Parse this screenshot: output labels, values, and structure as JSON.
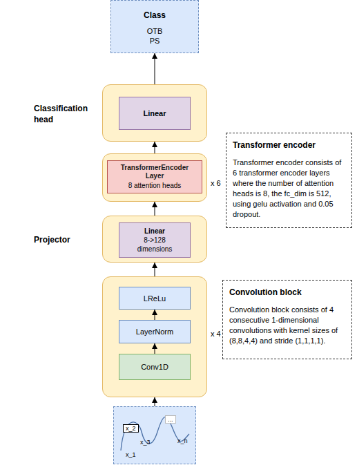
{
  "diagram": {
    "nodes": [
      {
        "text": [
          "Class",
          "OTB",
          "PS"
        ]
      },
      {
        "text": [
          "Classification head"
        ]
      },
      {
        "text": [
          "Linear"
        ],
        "in": 1
      },
      {
        "text": [
          "Transformer encoder",
          "Transformer encoder consists of 6 transformer encoder layers where the number of attention heads is 8, the fc_dim is 512, using gelu activation and 0.05 dropout."
        ]
      },
      {
        "text": [
          "x 6"
        ]
      },
      {
        "text": [
          "TransformerEncoder Layer",
          "8 attention heads"
        ],
        "in": 4
      },
      {
        "text": [
          "Projector"
        ]
      },
      {
        "text": [
          "Linear",
          "8->128 dimensions"
        ],
        "in": 6
      },
      {
        "text": [
          "x 4"
        ]
      },
      {
        "text": [
          "Convolution block",
          "Convolution block consists of 4 consecutive 1-dimensional convolutions with kernel sizes of (8,8,4,4) and stride (1,1,1,1)."
        ]
      },
      {
        "text": [
          "LReLu"
        ],
        "in": 8
      },
      {
        "text": [
          "LayerNorm"
        ],
        "in": 8
      },
      {
        "text": [
          "Conv1D"
        ],
        "in": 8
      },
      {
        "text": [
          "x_2",
          "...",
          "x_3",
          "x_n",
          "x_1"
        ]
      }
    ],
    "edges": [
      {
        "from": 13,
        "to": 8,
        "arrow": "to"
      },
      {
        "from": 12,
        "to": 11,
        "arrow": "to"
      },
      {
        "from": 11,
        "to": 10,
        "arrow": "to"
      },
      {
        "from": 8,
        "to": 6,
        "arrow": "to"
      },
      {
        "from": 6,
        "to": 4,
        "arrow": "to"
      },
      {
        "from": 4,
        "to": 1,
        "arrow": "to"
      },
      {
        "from": 1,
        "to": 0,
        "arrow": "to"
      }
    ]
  }
}
